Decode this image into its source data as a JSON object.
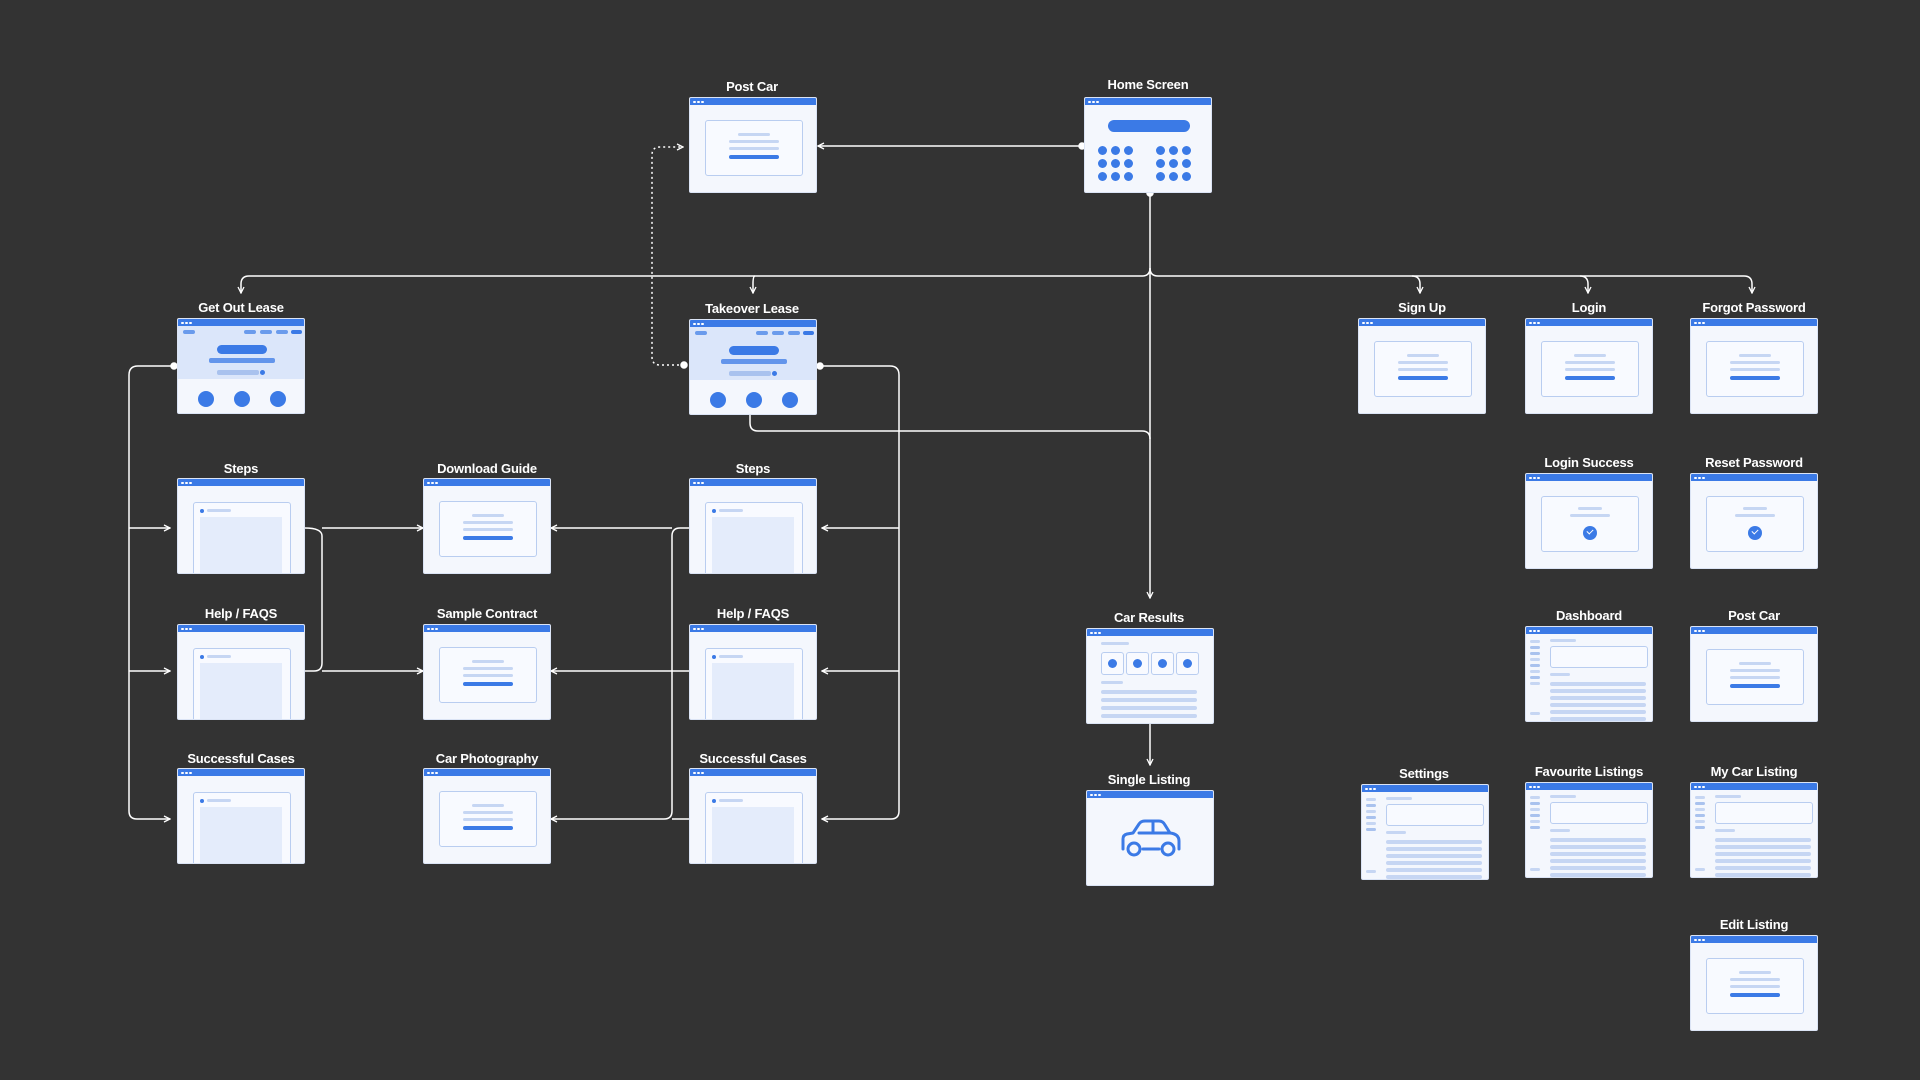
{
  "colors": {
    "background": "#333333",
    "accent": "#3b7ae6",
    "connector": "#ffffff"
  },
  "screens": {
    "post_car_top": "Post Car",
    "home_screen": "Home Screen",
    "get_out_lease": "Get Out Lease",
    "takeover_lease": "Takeover Lease",
    "sign_up": "Sign Up",
    "login": "Login",
    "forgot_password": "Forgot Password",
    "steps_left": "Steps",
    "download_guide": "Download Guide",
    "steps_right": "Steps",
    "login_success": "Login Success",
    "reset_password": "Reset Password",
    "help_faqs_left": "Help / FAQS",
    "sample_contract": "Sample Contract",
    "help_faqs_right": "Help / FAQS",
    "car_results": "Car Results",
    "dashboard": "Dashboard",
    "post_car_right": "Post Car",
    "successful_cases_left": "Successful Cases",
    "car_photography": "Car Photography",
    "successful_cases_right": "Successful Cases",
    "single_listing": "Single Listing",
    "settings": "Settings",
    "favourite_listings": "Favourite Listings",
    "my_car_listing": "My Car Listing",
    "edit_listing": "Edit Listing"
  },
  "icons": {
    "window_dots": "window-dots-icon",
    "check": "check-circle-icon",
    "car": "car-icon"
  }
}
